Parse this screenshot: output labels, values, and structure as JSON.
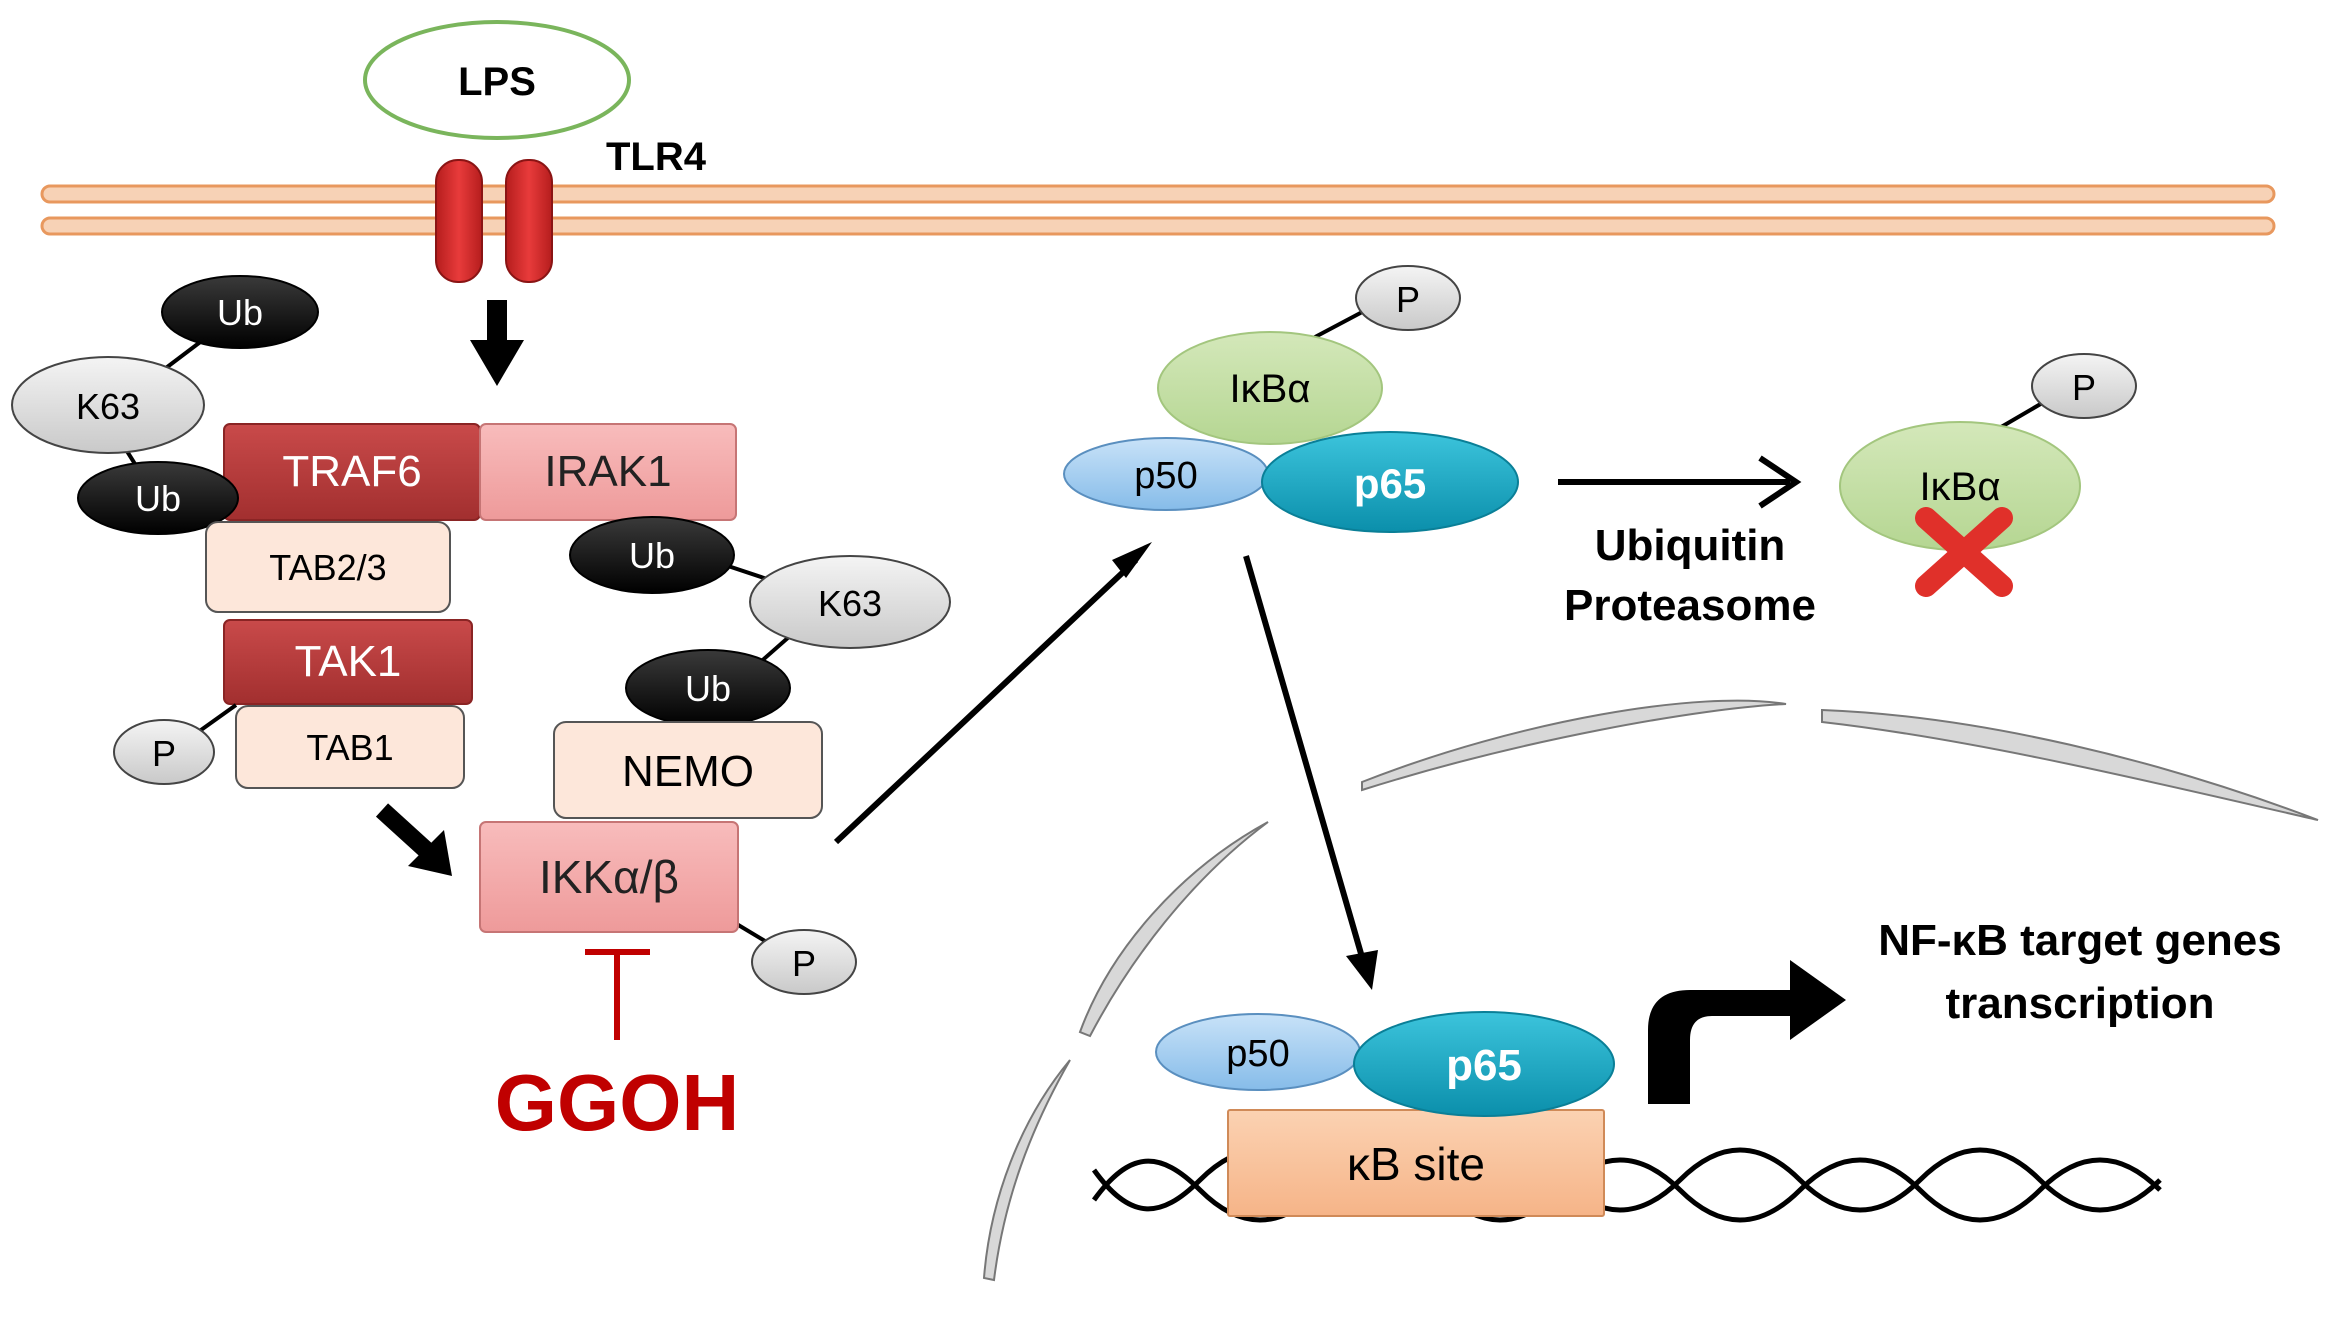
{
  "labels": {
    "lps": "LPS",
    "tlr4": "TLR4",
    "traf6": "TRAF6",
    "irak1": "IRAK1",
    "tab23": "TAB2/3",
    "tak1": "TAK1",
    "tab1": "TAB1",
    "nemo": "NEMO",
    "ikk": "IKKα/β",
    "ggoh": "GGOH",
    "ub": "Ub",
    "k63": "K63",
    "p": "P",
    "ikba": "IκBα",
    "p50": "p50",
    "p65": "p65",
    "ubiquitin": "Ubiquitin",
    "proteasome": "Proteasome",
    "kb_site": "κB site",
    "target_line1": "NF-κB target genes",
    "target_line2": "transcription"
  },
  "colors": {
    "membrane": "#f5c9a6",
    "membrane_stroke": "#e8985e",
    "receptor": "#d92b2b",
    "dark_red_box": "#b53a3a",
    "pink_box": "#f4a9a9",
    "peach_box": "#fde7da",
    "ggoh": "#c00000",
    "ikba": "#c6e0a8",
    "p50": "#a9d0f2",
    "p65": "#1aa7c4",
    "kb_site": "#f9c39a",
    "gray_oval": "#e3e3e3",
    "ub_black": "#000000",
    "inhibit_x": "#e0302a",
    "lps_outline": "#7ab55c"
  }
}
